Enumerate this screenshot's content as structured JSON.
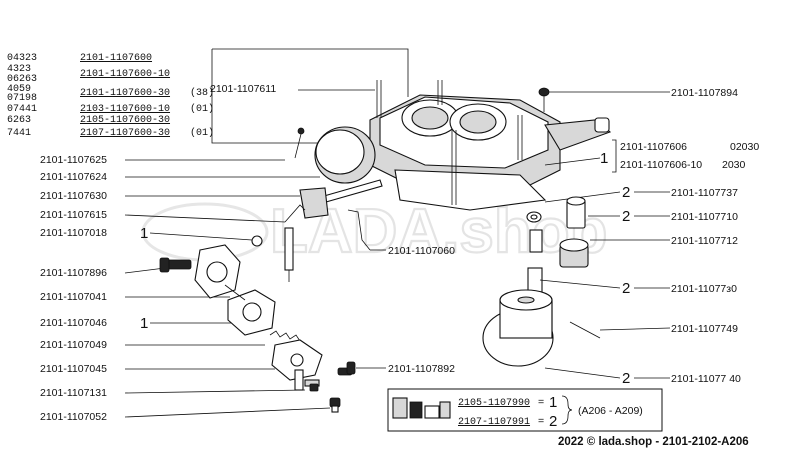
{
  "header_table": [
    {
      "left": "04323",
      "code": "2101-1107600",
      "suffix": ""
    },
    {
      "left": "4323",
      "code": "2101-1107600-10",
      "suffix": ""
    },
    {
      "left": "06263",
      "code": "",
      "suffix": ""
    },
    {
      "left": "4059",
      "code": "2101-1107600-30",
      "suffix": "(38)"
    },
    {
      "left": "07198",
      "code": "",
      "suffix": ""
    },
    {
      "left": "07441",
      "code": "2103-1107600-10",
      "suffix": "(01)"
    },
    {
      "left": "6263",
      "code": "2105-1107600-30",
      "suffix": ""
    },
    {
      "left": "7441",
      "code": "2107-1107600-30",
      "suffix": "(01)"
    }
  ],
  "left_labels": [
    "2101-1107625",
    "2101-1107624",
    "2101-1107630",
    "2101-1107615",
    "2101-1107018",
    "2101-1107896",
    "2101-1107041",
    "2101-1107046",
    "2101-1107049",
    "2101-1107045",
    "2101-1107131",
    "2101-1107052"
  ],
  "left_qty": {
    "r4": "1",
    "r7": "1"
  },
  "top_label": "2101-1107611",
  "right_top": "2101-1107894",
  "bracket_group": {
    "qty": "1",
    "rows": [
      {
        "code": "2101-1107606",
        "value": "02030"
      },
      {
        "code": "2101-1107606-10",
        "value": "2030"
      }
    ]
  },
  "right_labels": [
    {
      "qty": "2",
      "code": "2101-1107737"
    },
    {
      "qty": "2",
      "code": "2101-1107710"
    },
    {
      "qty": "",
      "code": "2101-1107712"
    },
    {
      "qty": "2",
      "code": "2101-11077з0"
    },
    {
      "qty": "",
      "code": "2101-1107749"
    },
    {
      "qty": "2",
      "code": "2101-11077 40"
    }
  ],
  "center_labels": {
    "link": "2101-1107060",
    "screw": "2101-1107892"
  },
  "kit_box": {
    "rows": [
      {
        "code": "2105-1107990",
        "eq": "=",
        "qty": "1"
      },
      {
        "code": "2107-1107991",
        "eq": "=",
        "qty": "2"
      }
    ],
    "note": "(A206 - A209)"
  },
  "watermark": "LADA.shop",
  "footer": "2022 © lada.shop - 2101-2102-A206"
}
